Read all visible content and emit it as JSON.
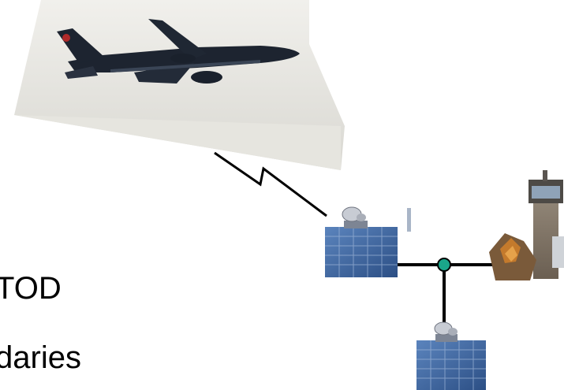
{
  "slide": {
    "text_lines": [
      "TOD",
      "daries"
    ]
  },
  "diagram": {
    "elements": [
      "airplane-photo",
      "radio-link-lightning",
      "ground-station-building-left",
      "ground-station-building-bottom",
      "control-tower-photo",
      "network-hub-node"
    ],
    "colors": {
      "hub_node": "#1aa68a",
      "connection_line": "#000000",
      "building_glass": "#3f6aa8",
      "sky": "#e3e3e0"
    }
  }
}
